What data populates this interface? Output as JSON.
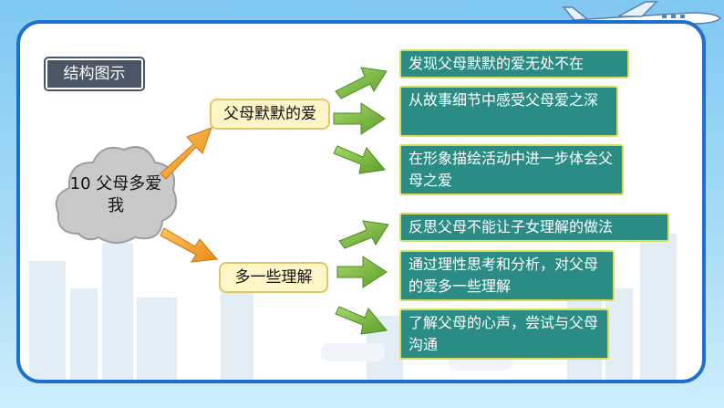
{
  "tag": {
    "label": "结构图示"
  },
  "root": {
    "label": "10 父母多爱我"
  },
  "branches": [
    {
      "label": "父母默默的爱",
      "leaves": [
        "发现父母默默的爱无处不在",
        "从故事细节中感受父母爱之深",
        "在形象描绘活动中进一步体会父母之爱"
      ]
    },
    {
      "label": "多一些理解",
      "leaves": [
        "反思父母不能让子女理解的做法",
        "通过理性思考和分析，对父母的爱多一些理解",
        "了解父母的心声，尝试与父母沟通"
      ]
    }
  ],
  "colors": {
    "frame_border": "#1f6fd0",
    "leaf_fill": "#2b8b85",
    "branch_fill": "#fff6c8",
    "arrow_orange": "#f2a02a",
    "arrow_green": "#7ac043",
    "tag_fill": "#4a5666"
  },
  "icons": [
    "airplane-icon",
    "cloud-shape",
    "arrow-icon"
  ]
}
